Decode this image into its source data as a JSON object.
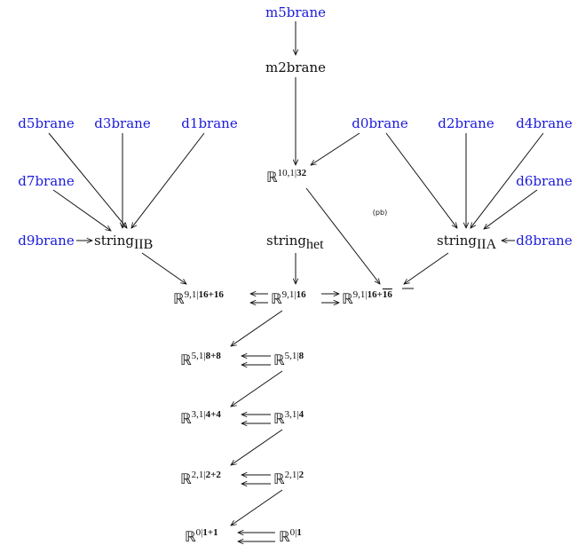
{
  "diagram": {
    "branes": {
      "m5brane": "m5brane",
      "m2brane": "m2brane",
      "d5brane": "d5brane",
      "d3brane": "d3brane",
      "d1brane": "d1brane",
      "d0brane": "d0brane",
      "d2brane": "d2brane",
      "d4brane": "d4brane",
      "d7brane": "d7brane",
      "d6brane": "d6brane",
      "d9brane": "d9brane",
      "d8brane": "d8brane"
    },
    "strings": {
      "iib_base": "string",
      "iib_sub": "IIB",
      "het_base": "string",
      "het_sub": "het",
      "iia_base": "string",
      "iia_sub": "IIA"
    },
    "pb_label": "(pb)",
    "spaces": {
      "r10_1": {
        "base": "ℝ",
        "sup_dim": "10,1|",
        "sup_bold": "32"
      },
      "r91_16p16": {
        "base": "ℝ",
        "sup_dim": "9,1|",
        "sup_bold": "16+16"
      },
      "r91_16": {
        "base": "ℝ",
        "sup_dim": "9,1|",
        "sup_bold": "16"
      },
      "r91_16p16bar": {
        "base": "ℝ",
        "sup_dim": "9,1|",
        "sup_bold": "16+",
        "sup_bold_bar": "16"
      },
      "r51_8p8": {
        "base": "ℝ",
        "sup_dim": "5,1|",
        "sup_bold": "8+8"
      },
      "r51_8": {
        "base": "ℝ",
        "sup_dim": "5,1|",
        "sup_bold": "8"
      },
      "r31_4p4": {
        "base": "ℝ",
        "sup_dim": "3,1|",
        "sup_bold": "4+4"
      },
      "r31_4": {
        "base": "ℝ",
        "sup_dim": "3,1|",
        "sup_bold": "4"
      },
      "r21_2p2": {
        "base": "ℝ",
        "sup_dim": "2,1|",
        "sup_bold": "2+2"
      },
      "r21_2": {
        "base": "ℝ",
        "sup_dim": "2,1|",
        "sup_bold": "2"
      },
      "r0_1p1": {
        "base": "ℝ",
        "sup_dim": "0|",
        "sup_bold": "1+1"
      },
      "r0_1": {
        "base": "ℝ",
        "sup_dim": "0|",
        "sup_bold": "1"
      }
    },
    "colors": {
      "brane_color": "#1a1adc",
      "text_color": "#111111"
    }
  }
}
